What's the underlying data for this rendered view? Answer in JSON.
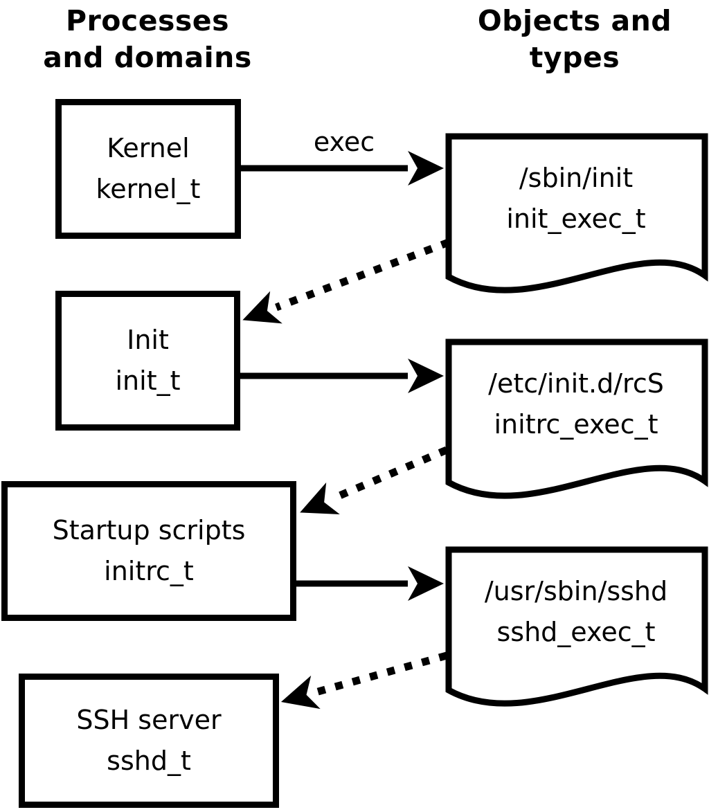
{
  "diagram": {
    "title_left": "Processes\nand domains",
    "title_right": "Objects and\ntypes"
  },
  "process_boxes": [
    {
      "name": "Kernel",
      "type": "kernel_t"
    },
    {
      "name": "Init",
      "type": "init_t"
    },
    {
      "name": "Startup scripts",
      "type": "initrc_t"
    },
    {
      "name": "SSH server",
      "type": "sshd_t"
    }
  ],
  "object_boxes": [
    {
      "path": "/sbin/init",
      "type": "init_exec_t"
    },
    {
      "path": "/etc/init.d/rcS",
      "type": "initrc_exec_t"
    },
    {
      "path": "/usr/sbin/sshd",
      "type": "sshd_exec_t"
    }
  ],
  "arrows": {
    "exec_label": "exec",
    "solid": [
      {
        "from": "kernel_t",
        "to": "init_exec_t",
        "label": "exec"
      },
      {
        "from": "init_t",
        "to": "initrc_exec_t",
        "label": ""
      },
      {
        "from": "initrc_t",
        "to": "sshd_exec_t",
        "label": ""
      }
    ],
    "dotted": [
      {
        "from": "init_exec_t",
        "to": "init_t"
      },
      {
        "from": "initrc_exec_t",
        "to": "initrc_t"
      },
      {
        "from": "sshd_exec_t",
        "to": "sshd_t"
      }
    ]
  },
  "colors": {
    "line": "#000000",
    "fill": "#ffffff",
    "background": "#ffffff"
  }
}
